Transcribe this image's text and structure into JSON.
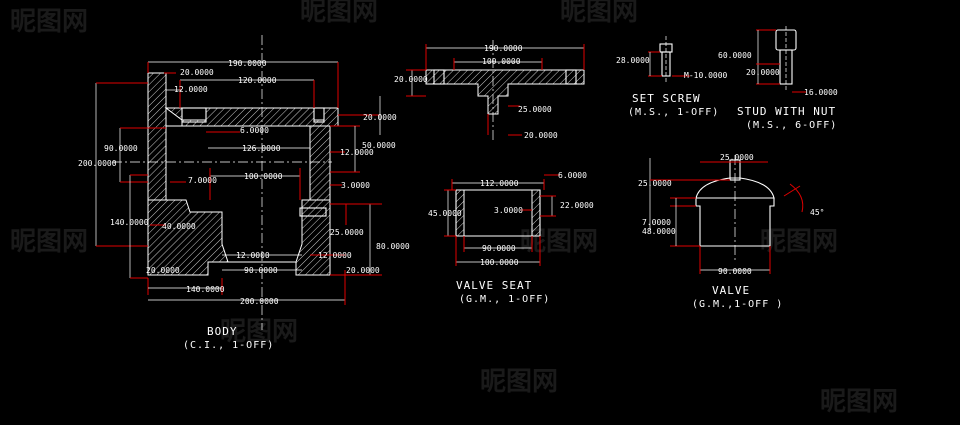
{
  "watermark": {
    "text": "昵图网"
  },
  "body": {
    "title": "BODY",
    "subtitle": "(C.I., 1-OFF)",
    "dims": {
      "d190": "190.0000",
      "d120": "120.0000",
      "d20a": "20.0000",
      "d12a": "12.0000",
      "d6": "6.0000",
      "d126": "126.0000",
      "d20b": "20.0000",
      "d50": "50.0000",
      "d12b": "12.0000",
      "d90": "90.0000",
      "d200v": "200.0000",
      "d7": "7.0000",
      "d100": "100.0000",
      "d3": "3.0000",
      "d140v": "140.0000",
      "d40": "40.0000",
      "d25": "25.0000",
      "d80": "80.0000",
      "d12c": "12.0000",
      "d12d": "12.0000",
      "d20c": "20.0000",
      "d90b": "90.0000",
      "d20d": "20.0000",
      "d140h": "140.0000",
      "d200h": "200.0000"
    }
  },
  "valve_seat": {
    "title": "VALVE SEAT",
    "subtitle": "(G.M., 1-OFF)",
    "dims": {
      "d112": "112.0000",
      "d6": "6.0000",
      "d45": "45.0000",
      "d3": "3.0000",
      "d22": "22.0000",
      "d90": "90.0000",
      "d100": "100.0000"
    }
  },
  "cover": {
    "dims": {
      "d190": "190.0000",
      "d100": "100.0000",
      "d20a": "20.0000",
      "d25": "25.0000",
      "d20b": "20.0000"
    }
  },
  "set_screw": {
    "title": "SET SCREW",
    "subtitle": "(M.S., 1-OFF)",
    "dims": {
      "d28": "28.0000",
      "m10": "M-10.0000"
    }
  },
  "stud": {
    "title": "STUD WITH NUT",
    "subtitle": "(M.S., 6-OFF)",
    "dims": {
      "d60": "60.0000",
      "d20": "20.0000",
      "d16": "16.0000"
    }
  },
  "valve": {
    "title": "VALVE",
    "subtitle": "(G.M.,1-OFF )",
    "dims": {
      "d25a": "25.0000",
      "d25b": "25.0000",
      "d7": "7.0000",
      "d48": "48.0000",
      "angle": "45°",
      "d90": "90.0000"
    }
  },
  "colors": {
    "background": "#000000",
    "line": "#ffffff",
    "dimension": "#e00000"
  }
}
